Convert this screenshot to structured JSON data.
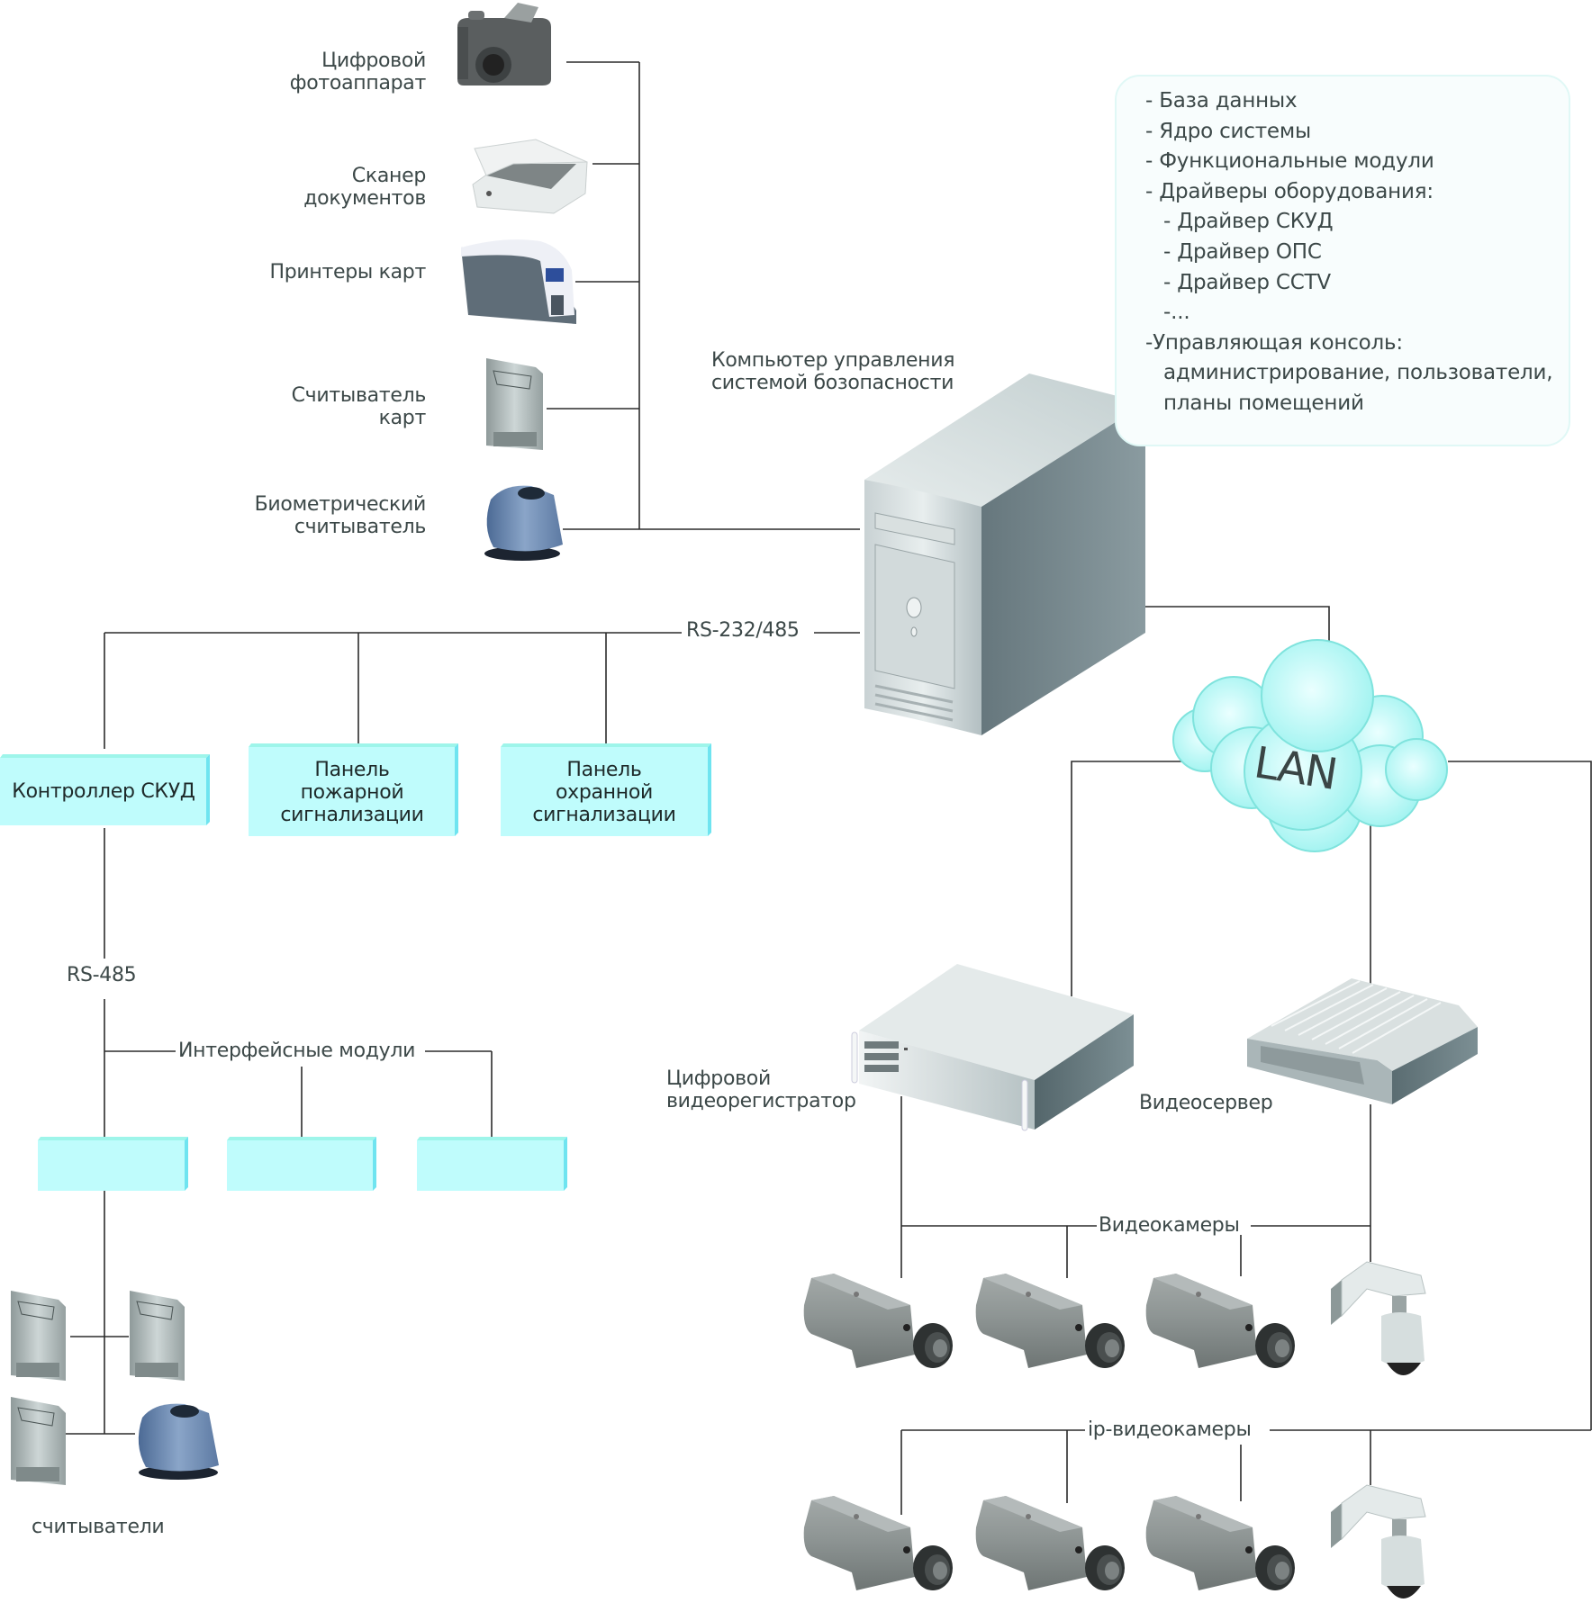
{
  "title_computer": [
    "Компьютер управления",
    "системой бозопасности"
  ],
  "peripherals": [
    {
      "id": "camera",
      "label": [
        "Цифровой",
        "фотоаппарат"
      ],
      "icon": "photo-camera-icon"
    },
    {
      "id": "scanner",
      "label": [
        "Сканер",
        "документов"
      ],
      "icon": "document-scanner-icon"
    },
    {
      "id": "printer",
      "label": [
        "Принтеры карт"
      ],
      "icon": "card-printer-icon"
    },
    {
      "id": "card_reader",
      "label": [
        "Считыватель",
        "карт"
      ],
      "icon": "card-reader-icon"
    },
    {
      "id": "biometric",
      "label": [
        "Биометрический",
        "считыватель"
      ],
      "icon": "biometric-reader-icon"
    }
  ],
  "software_box": {
    "lines": [
      "- База данных",
      "- Ядро системы",
      "- Функциональные модули",
      "- Драйверы оборудования:",
      "  - Драйвер СКУД",
      "  - Драйвер ОПС",
      "  - Драйвер CCTV",
      "  -...",
      "-Управляющая консоль:",
      "  администрирование, пользователи,",
      "  планы помещений"
    ]
  },
  "bus_labels": {
    "rs232": "RS-232/485",
    "rs485": "RS-485",
    "interface_modules": "Интерфейсные модули",
    "readers": "считыватели",
    "lan": "LAN",
    "videocameras": "Видеокамеры",
    "ip_cameras": "ip-видеокамеры"
  },
  "panels": [
    {
      "id": "skud",
      "label": [
        "Контроллер СКУД"
      ]
    },
    {
      "id": "fire",
      "label": [
        "Панель",
        "пожарной",
        "сигнализации"
      ]
    },
    {
      "id": "security",
      "label": [
        "Панель",
        "охранной",
        "сигнализации"
      ]
    }
  ],
  "interface_modules_count": 3,
  "video": {
    "dvr_label": [
      "Цифровой",
      "видеорегистратор"
    ],
    "videoserver_label": "Видеосервер"
  },
  "colors": {
    "line": "#2b2b2b",
    "text": "#3c4848",
    "panel_fill": "#bffcfc",
    "panel_top": "#9ef5ea",
    "panel_side": "#6fe4f0",
    "cloud": "#a6f5f2",
    "cloud_stroke": "#7fe3dd"
  }
}
